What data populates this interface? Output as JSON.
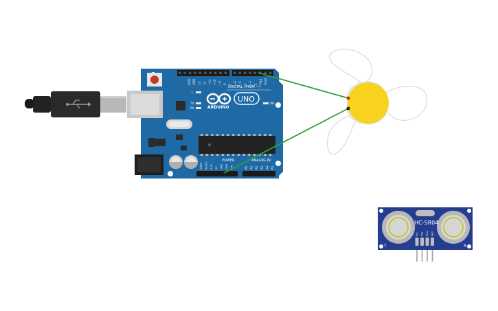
{
  "arduino": {
    "brand": "ARDUINO",
    "model": "UNO",
    "aref": "AREF",
    "gnd": "GND",
    "digital_label": "DIGITAL (PWM ~)",
    "led_l": "L",
    "led_tx": "TX",
    "led_rx": "RX",
    "led_on": "ON",
    "power_label": "POWER",
    "analog_label": "ANALOG IN",
    "digital_pins": [
      "13",
      "12",
      "~11",
      "~10",
      "~9",
      "8",
      "7",
      "~6",
      "~5",
      "4",
      "~3",
      "2",
      "TX▸1",
      "RX◂0"
    ],
    "power_pins": [
      "IOREF",
      "RESET",
      "3.3V",
      "5V",
      "GND",
      "GND",
      "VIN"
    ],
    "analog_pins": [
      "A0",
      "A1",
      "A2",
      "A3",
      "A4",
      "A5"
    ]
  },
  "sensor": {
    "model": "HC-SR04",
    "left_mark": "T",
    "right_mark": "R",
    "pins": [
      "Vcc",
      "Trig",
      "Echo",
      "Gnd"
    ]
  },
  "colors": {
    "board": "#1f6aa5",
    "board_dark": "#16527f",
    "wire": "#2ea03a",
    "motor": "#f7d21f",
    "sensor_board": "#253d8f",
    "usb_cable": "#2a2a2a"
  },
  "wires": [
    {
      "from": "digital pin 2",
      "to": "motor terminal top"
    },
    {
      "from": "GND",
      "to": "motor terminal bottom"
    }
  ],
  "icons": [
    "usb-icon",
    "infinity-logo-icon"
  ]
}
